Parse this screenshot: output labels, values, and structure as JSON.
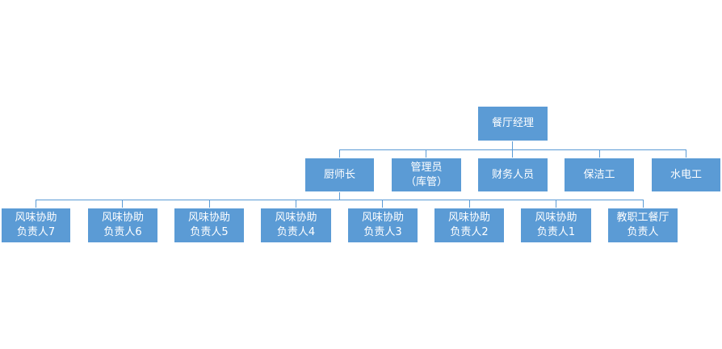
{
  "org": {
    "root": {
      "label": "餐厅经理"
    },
    "level1": [
      {
        "lines": [
          "厨师长"
        ]
      },
      {
        "lines": [
          "管理员",
          "（库管）"
        ]
      },
      {
        "lines": [
          "财务人员"
        ]
      },
      {
        "lines": [
          "保洁工"
        ]
      },
      {
        "lines": [
          "水电工"
        ]
      }
    ],
    "level2": [
      {
        "lines": [
          "风味协助",
          "负责人7"
        ]
      },
      {
        "lines": [
          "风味协助",
          "负责人6"
        ]
      },
      {
        "lines": [
          "风味协助",
          "负责人5"
        ]
      },
      {
        "lines": [
          "风味协助",
          "负责人4"
        ]
      },
      {
        "lines": [
          "风味协助",
          "负责人3"
        ]
      },
      {
        "lines": [
          "风味协助",
          "负责人2"
        ]
      },
      {
        "lines": [
          "风味协助",
          "负责人1"
        ]
      },
      {
        "lines": [
          "教职工餐厅",
          "负责人"
        ]
      }
    ],
    "colors": {
      "box": "#5b9bd5",
      "line": "#5b9bd5",
      "text": "#ffffff"
    }
  }
}
